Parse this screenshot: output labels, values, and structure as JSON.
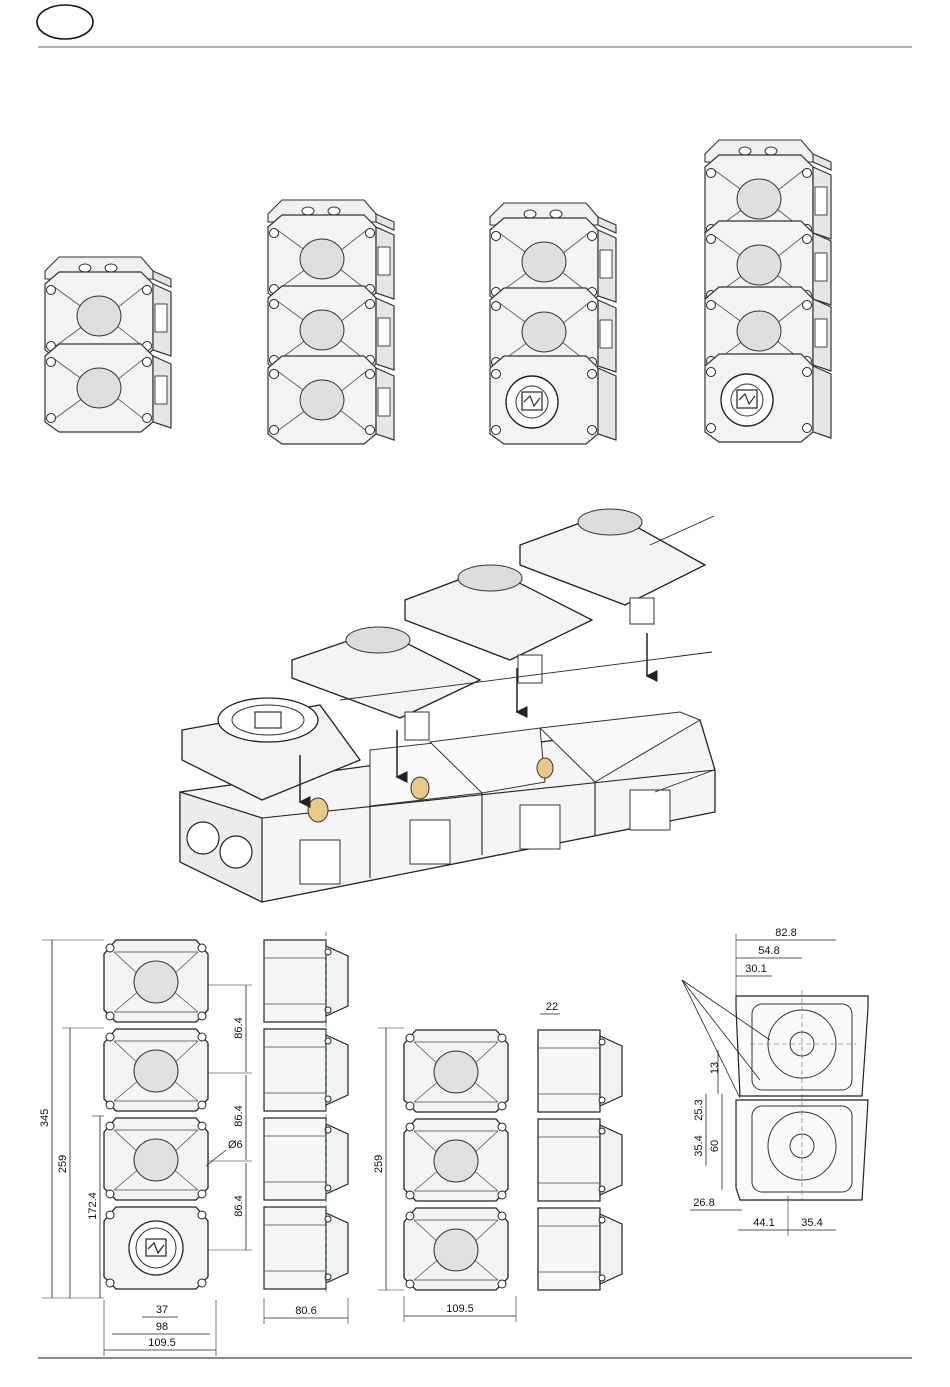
{
  "header": {
    "lang_badge": ""
  },
  "dimensions": {
    "front_stack": {
      "height_total": "345",
      "height_three": "259",
      "height_two": "172.4",
      "module_1": "86.4",
      "module_2": "86.4",
      "module_3": "86.4",
      "hole": "Ø6",
      "base_inner": "37",
      "base_mid": "98",
      "base_width": "109.5"
    },
    "side_stack": {
      "depth": "80.6"
    },
    "front_stack_3": {
      "height_three": "259",
      "base_width": "109.5"
    },
    "side_stack_3": {
      "top_offset": "22"
    },
    "mounting": {
      "w_total": "82.8",
      "w_mid": "54.8",
      "w_small": "30.1",
      "v_13": "13",
      "v_25_3": "25.3",
      "v_35_4": "35.4",
      "v_60": "60",
      "h_26_8": "26.8",
      "h_44_1": "44.1",
      "h_35_4": "35.4"
    }
  }
}
